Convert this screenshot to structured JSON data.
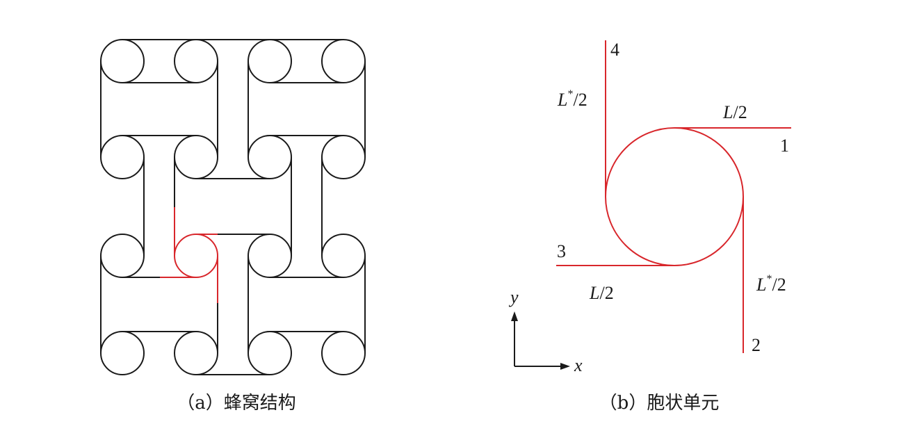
{
  "figure": {
    "caption_a": "（a）蜂窝结构",
    "caption_b": "（b）胞状单元"
  },
  "cell": {
    "node_1": "1",
    "node_2": "2",
    "node_3": "3",
    "node_4": "4",
    "seg_L_top": "L",
    "seg_L_bottom": "L",
    "seg_Lstar_left": "L",
    "seg_Lstar_right": "L",
    "half": "/2",
    "star": "*"
  },
  "axes": {
    "x_label": "x",
    "y_label": "y"
  },
  "colors": {
    "structure": "#1a1a1a",
    "highlight": "#d8262b"
  }
}
